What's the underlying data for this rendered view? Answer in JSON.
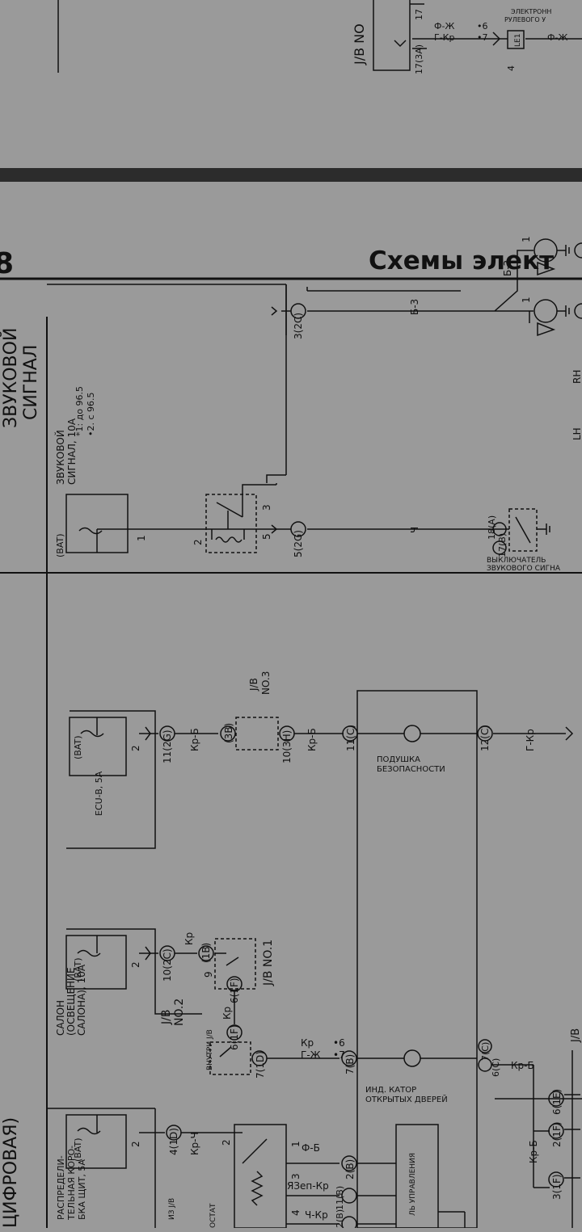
{
  "colors": {
    "page": "#9a9a9a",
    "ink": "#111111",
    "band": "#2c2c2c"
  },
  "top_section": {
    "jb_label": "J/B NO",
    "wire_labels": [
      "Ф-Ж",
      "Г-Кр",
      "Ф-Ж"
    ],
    "star_notes": [
      "6",
      "7"
    ],
    "pins": [
      "17",
      "17(3A)",
      "4"
    ],
    "connector": "LE1",
    "component": [
      "ЭЛЕКТРОНН",
      "РУЛЕВОГО У"
    ]
  },
  "page_header": {
    "page_number": "8",
    "title": "Схемы элект"
  },
  "horn": {
    "section_title": [
      "ЗВУКОВОЙ",
      "СИГНАЛ"
    ],
    "notes": [
      "1: до 96.5",
      "2. с 96.5"
    ],
    "fuse_label": [
      "ЗВУКОВОЙ",
      "СИГНАЛ, 10А"
    ],
    "bat": "(BAT)",
    "relay_pins": [
      "1",
      "2",
      "3",
      "5"
    ],
    "connectors": [
      "3(2C)",
      "5(2G)"
    ],
    "wires": [
      "Б-3",
      "Ч",
      "Б-3"
    ],
    "horn_pins": [
      "1",
      "1"
    ],
    "horn_sides": [
      "RH",
      "LH"
    ],
    "switch_pins": [
      "18(A)",
      "17(B)"
    ],
    "switch_label": [
      "ВЫКЛЮЧАТЕЛЬ",
      "ЗВУКОВОГО СИГНА"
    ]
  },
  "airbag": {
    "bat": "(BAT)",
    "fuse": "ECU-B, 5A",
    "pins": [
      "2",
      "11(2G)",
      "(3B)",
      "10(3H)",
      "11(C)",
      "12(C)"
    ],
    "wires": [
      "Кр-Б",
      "Кр-Б",
      "Г-Кр"
    ],
    "jb": [
      "J/B",
      "NO.3"
    ],
    "indicator": [
      "ПОДУШКА",
      "БЕЗОПАСНОСТИ"
    ]
  },
  "door": {
    "bat": "(BAT)",
    "fuse": [
      "САЛОН",
      "(ОСВЕЩЕНИЕ",
      "САЛОНА), 10А"
    ],
    "pins": [
      "2",
      "10(2C)",
      "(1B)",
      "9",
      "6(1F)",
      "6(1F)",
      "7(1D)",
      "7(B)",
      "7(C)",
      "6(C)"
    ],
    "wires": [
      "Кр",
      "Кр",
      "Кр",
      "Г-Ж",
      "Кр-Б"
    ],
    "notes": [
      "6",
      "7"
    ],
    "jb1": "J/B NO.1",
    "jb2": [
      "J/B",
      "NO.2"
    ],
    "inner": "ВНУТРИ J/B",
    "indicator": [
      "ИНД. КАТОР",
      "ОТКРЫТЫХ ДВЕРЕЙ"
    ],
    "lower_pins": [
      "6(1E)",
      "2(1F)",
      "3(1F)"
    ],
    "lower_wire": "Кр-Б",
    "lower_jb": "J/B"
  },
  "digital": {
    "section_title": "ЦИФРОВАЯ)",
    "bat": "(BAT)",
    "fuse": [
      "РАСПРЕДЕЛИ-",
      "ТЕЛЬНАЯ КОРО-",
      "БКА ЩИТ, 5А"
    ],
    "pins": [
      "2",
      "4(1D)",
      "2",
      "1",
      "3",
      "4",
      "2(B)",
      "11(B)",
      "2(B)"
    ],
    "wires": [
      "Кр-Ч",
      "Ф-Б",
      "ЯЗеп-Кр",
      "Ч-Кр"
    ],
    "side": [
      "ИЗ J/B",
      "ОСТАТ"
    ],
    "box": "ЛЬ УПРАВЛЕНИЯ"
  }
}
